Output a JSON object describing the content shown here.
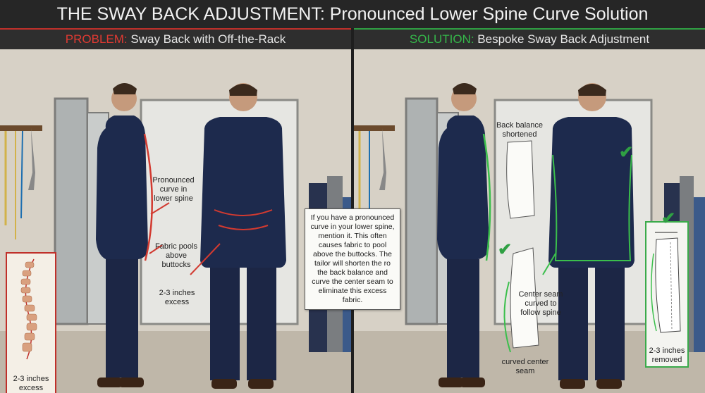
{
  "title": "THE SWAY BACK ADJUSTMENT: Pronounced Lower Spine Curve Solution",
  "problem": {
    "heading_prefix": "PROBLEM:",
    "heading_text": "Sway Back with Off-the-Rack",
    "labels": {
      "curve": "Pronounced curve in lower spine",
      "fabric": "Fabric pools above buttocks",
      "excess": "2-3 inches excess",
      "inset_excess": "2-3 inches excess"
    }
  },
  "solution": {
    "heading_prefix": "SOLUTION:",
    "heading_text": "Bespoke Sway Back Adjustment",
    "labels": {
      "back_balance": "Back balance shortened",
      "center_seam": "Center seam curved to follow spine",
      "curved_center": "curved center seam",
      "removed": "2-3 inches removed"
    }
  },
  "callout": "If you have a pronounced curve in your lower spine, mention it. This often causes fabric to pool above the buttocks. The tailor will shorten the ro the back balance and curve the center seam to eliminate this excess fabric.",
  "colors": {
    "problem_accent": "#e03a32",
    "solution_accent": "#35b84a",
    "suit_navy": "#1d2a4d",
    "wall": "#d9d3c8"
  }
}
